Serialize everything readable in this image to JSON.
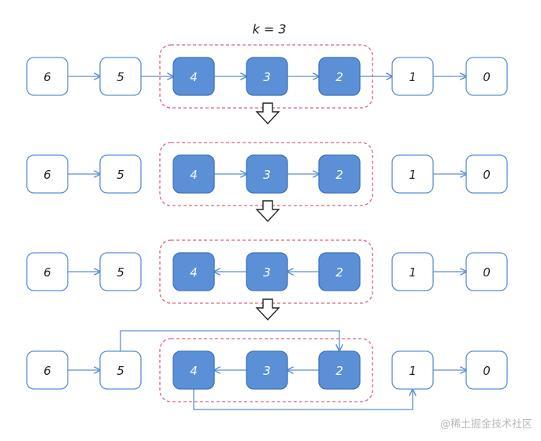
{
  "title": "k = 3",
  "watermark": "@稀土掘金技术社区",
  "colors": {
    "node_border": "#5b8fd6",
    "node_fill_highlight": "#5b8fd6",
    "node_fill_plain": "#ffffff",
    "arrow": "#5b8fd6",
    "group_border": "#e0607a",
    "step_arrow": "#222222"
  },
  "rows": [
    {
      "nodes": [
        "6",
        "5",
        "4",
        "3",
        "2",
        "1",
        "0"
      ],
      "highlighted": [
        false,
        false,
        true,
        true,
        true,
        false,
        false
      ],
      "links": [
        {
          "from": 0,
          "to": 1
        },
        {
          "from": 1,
          "to": 2
        },
        {
          "from": 2,
          "to": 3
        },
        {
          "from": 3,
          "to": 4
        },
        {
          "from": 4,
          "to": 5
        },
        {
          "from": 5,
          "to": 6
        }
      ]
    },
    {
      "nodes": [
        "6",
        "5",
        "4",
        "3",
        "2",
        "1",
        "0"
      ],
      "highlighted": [
        false,
        false,
        true,
        true,
        true,
        false,
        false
      ],
      "links": [
        {
          "from": 0,
          "to": 1
        },
        {
          "from": 2,
          "to": 3
        },
        {
          "from": 3,
          "to": 4
        },
        {
          "from": 5,
          "to": 6
        }
      ]
    },
    {
      "nodes": [
        "6",
        "5",
        "4",
        "3",
        "2",
        "1",
        "0"
      ],
      "highlighted": [
        false,
        false,
        true,
        true,
        true,
        false,
        false
      ],
      "links": [
        {
          "from": 0,
          "to": 1
        },
        {
          "from": 3,
          "to": 2
        },
        {
          "from": 4,
          "to": 3
        },
        {
          "from": 5,
          "to": 6
        }
      ]
    },
    {
      "nodes": [
        "6",
        "5",
        "4",
        "3",
        "2",
        "1",
        "0"
      ],
      "highlighted": [
        false,
        false,
        true,
        true,
        true,
        false,
        false
      ],
      "links": [
        {
          "from": 0,
          "to": 1
        },
        {
          "from": 3,
          "to": 2
        },
        {
          "from": 4,
          "to": 3
        },
        {
          "from": 5,
          "to": 6
        },
        {
          "from": 1,
          "to": 4,
          "route": "over"
        },
        {
          "from": 2,
          "to": 5,
          "route": "under"
        }
      ]
    }
  ]
}
